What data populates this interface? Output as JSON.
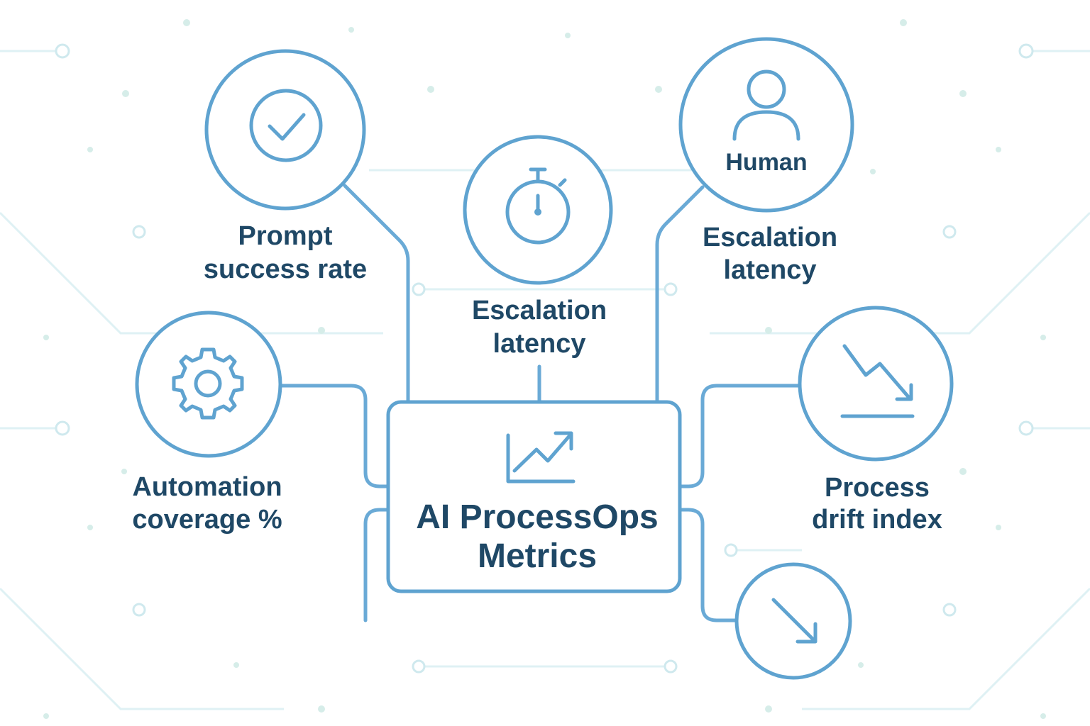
{
  "center": {
    "title_line1": "AI ProcessOps",
    "title_line2": "Metrics",
    "icon": "trending-up-chart-icon"
  },
  "nodes": {
    "prompt_success": {
      "icon": "check-circle-icon",
      "label_line1": "Prompt",
      "label_line2": "success rate"
    },
    "escalation_center": {
      "icon": "stopwatch-icon",
      "label_line1": "Escalation",
      "label_line2": "latency"
    },
    "escalation_human": {
      "icon": "person-icon",
      "icon_caption": "Human",
      "label_line1": "Escalation",
      "label_line2": "latency"
    },
    "automation_coverage": {
      "icon": "gear-icon",
      "label_line1": "Automation",
      "label_line2": "coverage %"
    },
    "process_drift": {
      "icon": "trending-down-icon",
      "label_line1": "Process",
      "label_line2": "drift index"
    },
    "decline": {
      "icon": "arrow-down-right-icon"
    }
  },
  "colors": {
    "accent": "#5fa3d0",
    "text": "#1f4866",
    "background": "#ffffff",
    "background_pattern": "#dff1f4"
  }
}
